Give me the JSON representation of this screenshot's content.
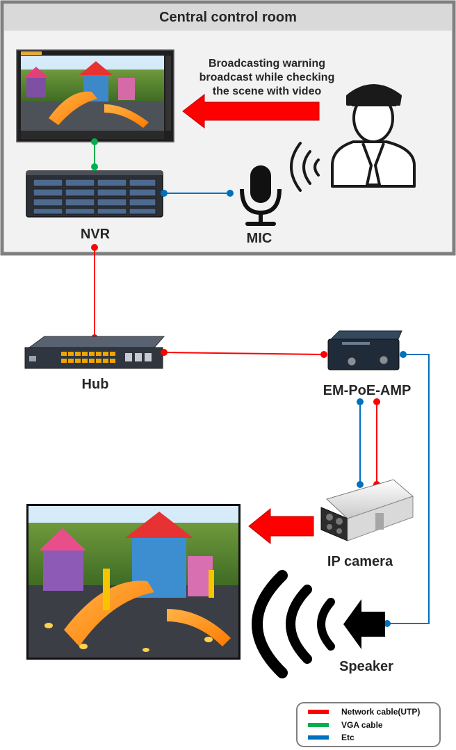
{
  "room": {
    "title": "Central control room"
  },
  "broadcast_note": {
    "line1": "Broadcasting warning",
    "line2": "broadcast while checking",
    "line3": "the scene with video"
  },
  "devices": {
    "nvr": "NVR",
    "mic": "MIC",
    "hub": "Hub",
    "amp": "EM-PoE-AMP",
    "camera": "IP camera",
    "speaker": "Speaker"
  },
  "legend": {
    "items": [
      {
        "label": "Network cable(UTP)",
        "color": "#ff0000"
      },
      {
        "label": "VGA cable",
        "color": "#00b050"
      },
      {
        "label": "Etc",
        "color": "#0070c0"
      }
    ]
  },
  "colors": {
    "network": "#ff0000",
    "vga": "#00b050",
    "etc": "#0070c0",
    "arrow": "#ff0000"
  },
  "icons": {
    "monitor": "monitor-icon",
    "nvr": "nvr-server-icon",
    "mic": "microphone-icon",
    "operator": "operator-icon",
    "hub": "network-switch-icon",
    "amp": "amplifier-icon",
    "camera": "ip-camera-icon",
    "scene": "playground-scene-image",
    "speaker": "speaker-icon"
  }
}
